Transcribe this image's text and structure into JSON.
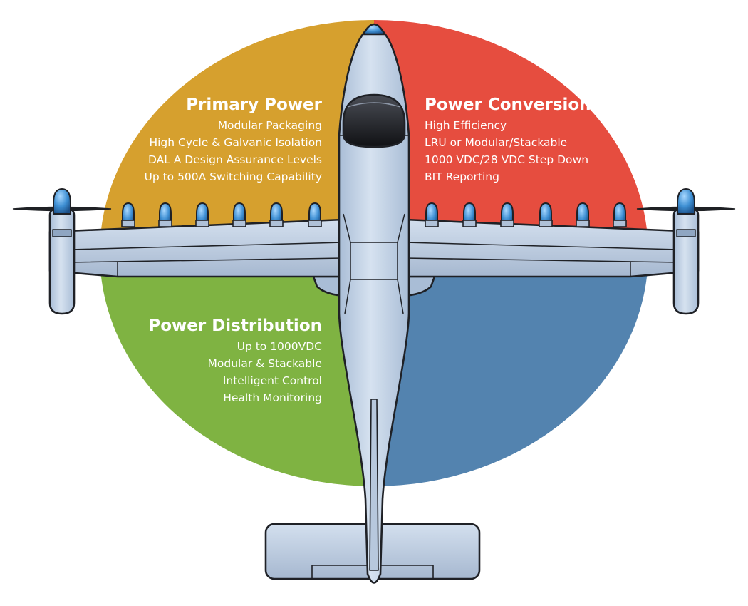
{
  "colors": {
    "primary_power": "#D6A02E",
    "power_conversion": "#E64D3F",
    "power_distribution": "#7FB342",
    "blank_quadrant": "#5383AF",
    "airframe": "#C3D3E6",
    "airframe_outline": "#1F2126",
    "propeller_hub": "#3E8FD3"
  },
  "quadrants": {
    "primary_power": {
      "title": "Primary Power",
      "items": [
        "Modular Packaging",
        "High Cycle & Galvanic Isolation",
        "DAL A Design Assurance Levels",
        "Up to 500A Switching Capability"
      ]
    },
    "power_conversion": {
      "title": "Power Conversion",
      "items": [
        "High Efficiency",
        "LRU or Modular/Stackable",
        "1000 VDC/28 VDC Step Down",
        "BIT Reporting"
      ]
    },
    "power_distribution": {
      "title": "Power Distribution",
      "items": [
        "Up to 1000VDC",
        "Modular & Stackable",
        "Intelligent Control",
        "Health Monitoring"
      ]
    }
  },
  "icons": [
    "aircraft-icon",
    "propeller-icon",
    "canopy-icon"
  ]
}
